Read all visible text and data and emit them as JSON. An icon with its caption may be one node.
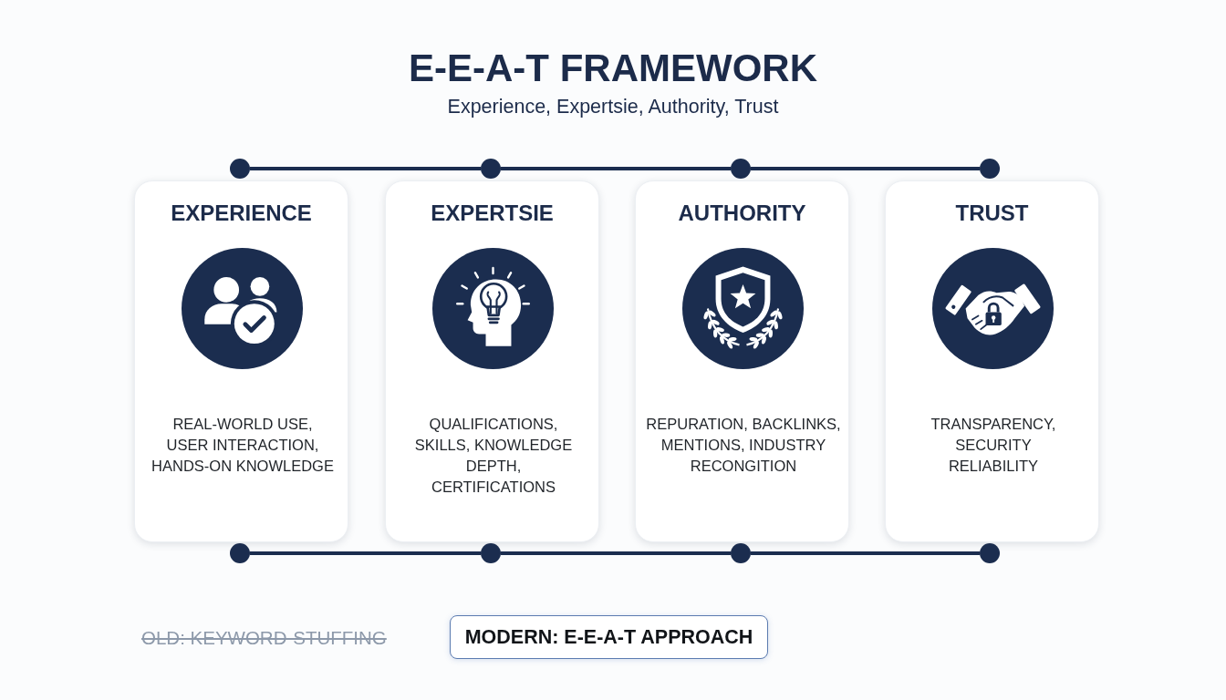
{
  "diagram": {
    "title": "E-E-A-T FRAMEWORK",
    "nodes": [
      {
        "text": [],
        "shape": "circle"
      },
      {
        "text": [],
        "shape": "circle"
      },
      {
        "text": [],
        "shape": "circle"
      },
      {
        "text": [],
        "shape": "circle"
      },
      {
        "text": [
          "EXPERIENCE",
          "REAL-WORLD USE, USER INTERACTION, HANDS-ON KNOWLEDGE"
        ]
      },
      {
        "text": [
          "EXPERTSIE",
          "QUALIFICATIONS, SKILLS, KNOWLEDGE DEPTH, CERTIFICATIONS"
        ]
      },
      {
        "text": [
          "AUTHORITY",
          "REPURATION, BACKLINKS, MENTIONS, INDUSTRY RECONGITION"
        ]
      },
      {
        "text": [
          "TRUST",
          "TRANSPARENCY, SECURITY RELIABILITY"
        ]
      },
      {
        "text": [],
        "shape": "circle"
      },
      {
        "text": [],
        "shape": "circle"
      },
      {
        "text": [],
        "shape": "circle"
      },
      {
        "text": [],
        "shape": "circle"
      },
      {
        "text": [
          "MODERN: E-E-A-T APPROACH"
        ]
      }
    ],
    "edges": [
      {
        "from": 0,
        "to": 1,
        "arrow": "none"
      },
      {
        "from": 1,
        "to": 2,
        "arrow": "none"
      },
      {
        "from": 2,
        "to": 3,
        "arrow": "none"
      },
      {
        "from": 8,
        "to": 9,
        "arrow": "none"
      },
      {
        "from": 9,
        "to": 10,
        "arrow": "none"
      },
      {
        "from": 10,
        "to": 11,
        "arrow": "none"
      }
    ],
    "labels": [
      "Experience, Expertsie, Authority, Trust",
      "OLD: KEYWORD-STUFFING"
    ]
  }
}
